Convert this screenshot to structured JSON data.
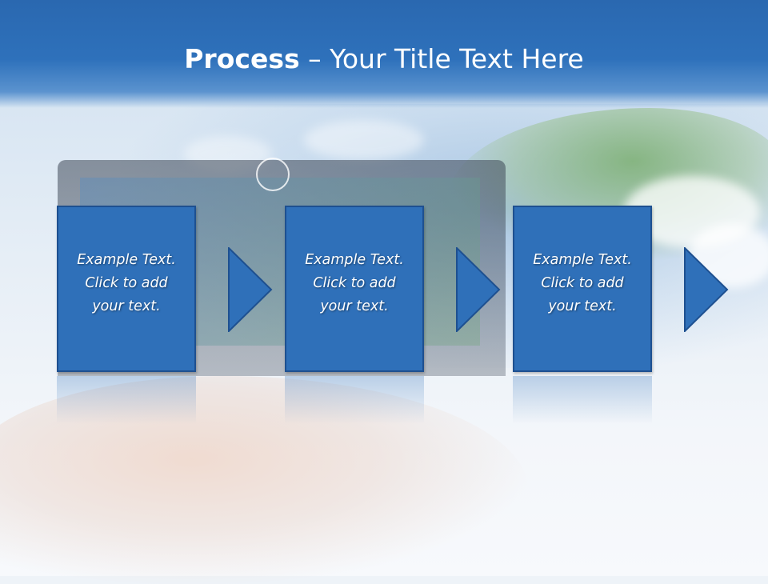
{
  "slide": {
    "title_bold": "Process",
    "title_rest": " – Your Title Text Here"
  },
  "steps": [
    {
      "text": "Example Text.\nClick  to add\nyour text."
    },
    {
      "text": "Example Text.\nClick  to add\nyour text."
    },
    {
      "text": "Example Text.\nClick  to add\nyour text."
    }
  ],
  "colors": {
    "title_band": "#2e71bb",
    "box_fill": "#2f70b9",
    "box_border": "#1e5090",
    "text": "#ffffff"
  }
}
